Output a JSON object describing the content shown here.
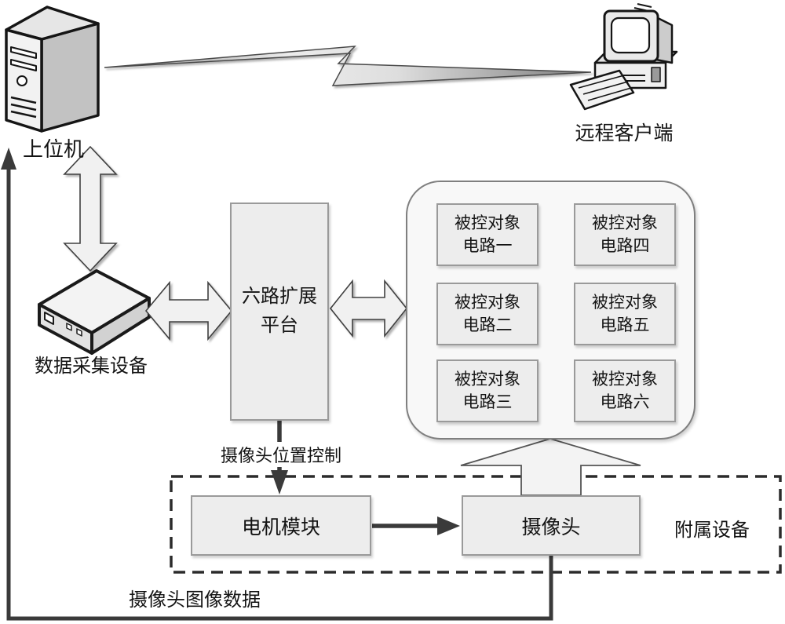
{
  "nodes": {
    "host": "上位机",
    "remote_client": "远程客户端",
    "daq": "数据采集设备",
    "platform_line1": "六路扩展",
    "platform_line2": "平台",
    "motor": "电机模块",
    "camera": "摄像头",
    "auxiliary_group": "附属设备"
  },
  "controlled_objects": [
    {
      "line1": "被控对象",
      "line2": "电路一"
    },
    {
      "line1": "被控对象",
      "line2": "电路二"
    },
    {
      "line1": "被控对象",
      "line2": "电路三"
    },
    {
      "line1": "被控对象",
      "line2": "电路四"
    },
    {
      "line1": "被控对象",
      "line2": "电路五"
    },
    {
      "line1": "被控对象",
      "line2": "电路六"
    }
  ],
  "edge_labels": {
    "camera_position_control": "摄像头位置控制",
    "camera_image_data": "摄像头图像数据"
  },
  "icons": {
    "host": "tower-computer-icon",
    "remote_client": "desktop-computer-icon",
    "daq": "acquisition-device-icon",
    "link": "lightning-bolt-icon"
  },
  "colors": {
    "box_fill": "#ededed",
    "box_border": "#9a9a9a",
    "container_fill": "#f8f8f8",
    "line": "#3a3a3a",
    "hollow_arrow_fill": "#f1f1f1"
  }
}
